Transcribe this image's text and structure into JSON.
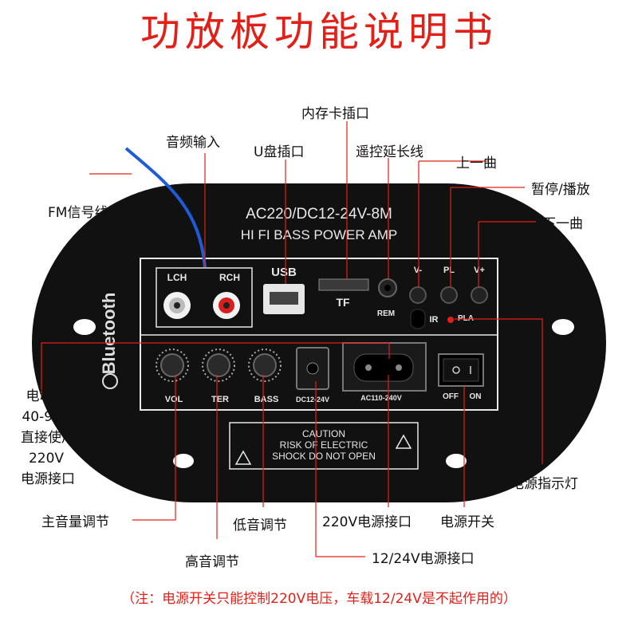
{
  "title": "功放板功能说明书",
  "colors": {
    "accent": "#e32018",
    "board": "#111111",
    "panel_line": "#e8e8e8",
    "fm_wire": "#1e5bd6",
    "leader": "#e32018"
  },
  "board": {
    "spec_line1": "AC220/DC12-24V-8M",
    "spec_line2": "HI FI BASS POWER AMP",
    "brand": "Bluetooth",
    "lch": "LCH",
    "rch": "RCH",
    "usb": "USB",
    "tf": "TF",
    "rem": "REM",
    "vminus": "V-",
    "pl": "PL",
    "vplus": "V+",
    "ir": "IR",
    "pla": "PLA",
    "vol": "VOL",
    "ter": "TER",
    "bass": "BASS",
    "dc_label": "DC12-24V",
    "ac_label": "AC110-240V",
    "off": "OFF",
    "on": "ON",
    "caution1": "CAUTION",
    "caution2": "RISK OF ELECTRIC",
    "caution3": "SHOCK DO NOT OPEN"
  },
  "labels": {
    "memory_card": "内存卡插口",
    "audio_in": "音频输入",
    "usb_port": "U盘插口",
    "remote_ext": "遥控延长线",
    "prev_track": "上一曲",
    "pause_play": "暂停/播放",
    "next_track": "下一曲",
    "fm_wire": "FM信号线",
    "ebike_1": "电动车",
    "ebike_2": "40-90V",
    "ebike_3": "直接使用",
    "ebike_4": "220V",
    "ebike_5": "电源接口",
    "power_led": "电源指示灯",
    "master_vol": "主音量调节",
    "bass_adj": "低音调节",
    "ac_port": "220V电源接口",
    "power_switch": "电源开关",
    "treble_adj": "高音调节",
    "dc_port": "12/24V电源接口"
  },
  "footnote": "（注：电源开关只能控制220V电压，车载12/24V是不起作用的）"
}
